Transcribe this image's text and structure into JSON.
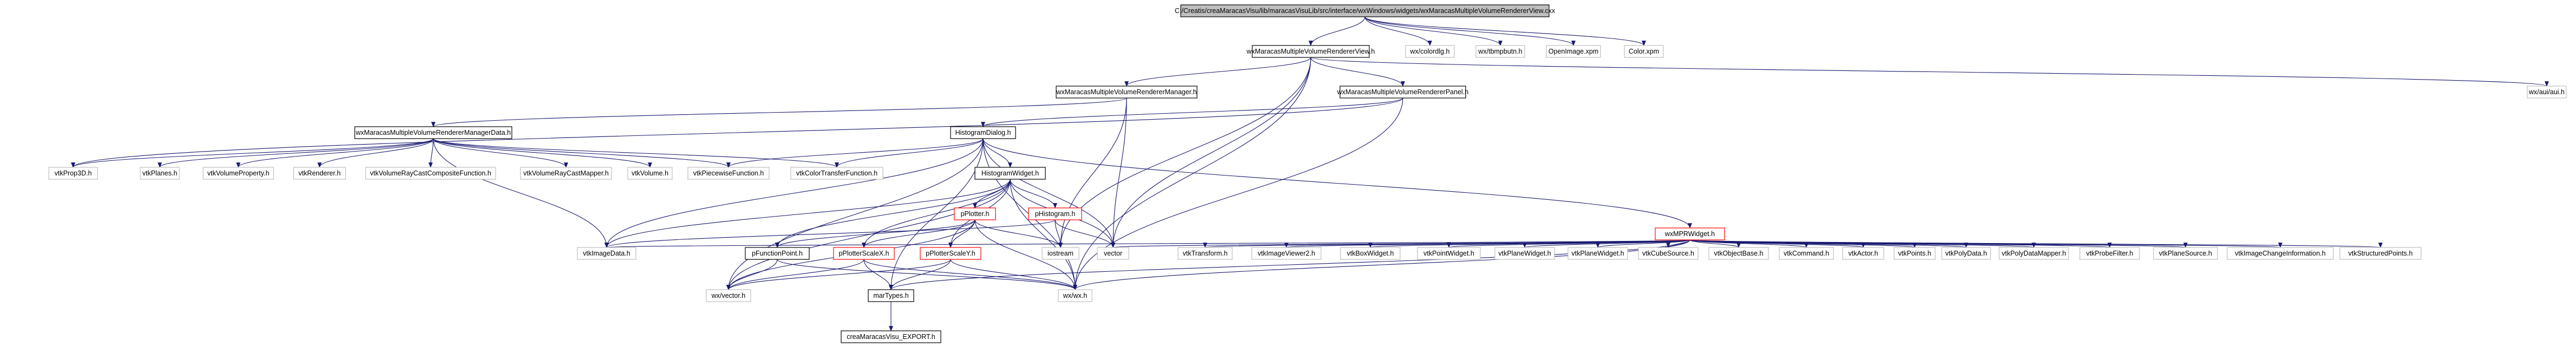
{
  "colors": {
    "background": "#ffffff",
    "root_fill": "#bfbfbf",
    "node_border": "#000000",
    "external_border": "#bfbfbf",
    "red_border": "#ff0000",
    "edge": "#191970",
    "text": "#000000"
  },
  "graph": {
    "nodes": [
      {
        "id": "root",
        "label": "C:/Creatis/creaMaracasVisu/lib/maracasVisuLib/src/interface/wxWindows/widgets/wxMaracasMultipleVolumeRendererView.cxx",
        "style": "root"
      },
      {
        "id": "view_h",
        "label": "wxMaracasMultipleVolumeRendererView.h",
        "style": "normal"
      },
      {
        "id": "wxcolordlg",
        "label": "wx/colordlg.h",
        "style": "external"
      },
      {
        "id": "wxtbmp",
        "label": "wx/tbmpbutn.h",
        "style": "external"
      },
      {
        "id": "openimage",
        "label": "OpenImage.xpm",
        "style": "external"
      },
      {
        "id": "color_xpm",
        "label": "Color.xpm",
        "style": "external"
      },
      {
        "id": "manager_h",
        "label": "wxMaracasMultipleVolumeRendererManager.h",
        "style": "normal"
      },
      {
        "id": "panel_h",
        "label": "wxMaracasMultipleVolumeRendererPanel.h",
        "style": "normal"
      },
      {
        "id": "wxaui",
        "label": "wx/aui/aui.h",
        "style": "external"
      },
      {
        "id": "mgrdata_h",
        "label": "wxMaracasMultipleVolumeRendererManagerData.h",
        "style": "normal"
      },
      {
        "id": "histdlg",
        "label": "HistogramDialog.h",
        "style": "normal"
      },
      {
        "id": "vtkprop3d",
        "label": "vtkProp3D.h",
        "style": "external"
      },
      {
        "id": "vtkplanes",
        "label": "vtkPlanes.h",
        "style": "external"
      },
      {
        "id": "vtkvolprop",
        "label": "vtkVolumeProperty.h",
        "style": "external"
      },
      {
        "id": "vtkrenderer",
        "label": "vtkRenderer.h",
        "style": "external"
      },
      {
        "id": "vtkrccomp",
        "label": "vtkVolumeRayCastCompositeFunction.h",
        "style": "external"
      },
      {
        "id": "vtkrcmapper",
        "label": "vtkVolumeRayCastMapper.h",
        "style": "external"
      },
      {
        "id": "vtkvolume",
        "label": "vtkVolume.h",
        "style": "external"
      },
      {
        "id": "vtkpwf",
        "label": "vtkPiecewiseFunction.h",
        "style": "external"
      },
      {
        "id": "vtkctf",
        "label": "vtkColorTransferFunction.h",
        "style": "external"
      },
      {
        "id": "histwidget",
        "label": "HistogramWidget.h",
        "style": "normal"
      },
      {
        "id": "pplotter",
        "label": "pPlotter.h",
        "style": "red"
      },
      {
        "id": "phistogram",
        "label": "pHistogram.h",
        "style": "red"
      },
      {
        "id": "mprwidget",
        "label": "wxMPRWidget.h",
        "style": "red"
      },
      {
        "id": "vtkimagedata",
        "label": "vtkImageData.h",
        "style": "external"
      },
      {
        "id": "pfuncpoint",
        "label": "pFunctionPoint.h",
        "style": "normal"
      },
      {
        "id": "pscalex",
        "label": "pPlotterScaleX.h",
        "style": "red"
      },
      {
        "id": "pscaley",
        "label": "pPlotterScaleY.h",
        "style": "red"
      },
      {
        "id": "iostream",
        "label": "iostream",
        "style": "external"
      },
      {
        "id": "vector",
        "label": "vector",
        "style": "external"
      },
      {
        "id": "vtktransform",
        "label": "vtkTransform.h",
        "style": "external"
      },
      {
        "id": "vtkimageviewer2",
        "label": "vtkImageViewer2.h",
        "style": "external"
      },
      {
        "id": "vtkboxwidget",
        "label": "vtkBoxWidget.h",
        "style": "external"
      },
      {
        "id": "vtkpointwidget",
        "label": "vtkPointWidget.h",
        "style": "external"
      },
      {
        "id": "vtkplanewidget",
        "label": "vtkPlaneWidget.h",
        "style": "external"
      },
      {
        "id": "vtkplanewidget2",
        "label": "vtkPlaneWidget.h",
        "style": "external"
      },
      {
        "id": "vtkcubesource",
        "label": "vtkCubeSource.h",
        "style": "external"
      },
      {
        "id": "vtkobjectbase",
        "label": "vtkObjectBase.h",
        "style": "external"
      },
      {
        "id": "vtkcommand",
        "label": "vtkCommand.h",
        "style": "external"
      },
      {
        "id": "vtkactor",
        "label": "vtkActor.h",
        "style": "external"
      },
      {
        "id": "vtkpoints",
        "label": "vtkPoints.h",
        "style": "external"
      },
      {
        "id": "vtkpolydata",
        "label": "vtkPolyData.h",
        "style": "external"
      },
      {
        "id": "vtkpdmapper",
        "label": "vtkPolyDataMapper.h",
        "style": "external"
      },
      {
        "id": "vtkprobefilter",
        "label": "vtkProbeFilter.h",
        "style": "external"
      },
      {
        "id": "vtkplanesource",
        "label": "vtkPlaneSource.h",
        "style": "external"
      },
      {
        "id": "vtkimgchange",
        "label": "vtkImageChangeInformation.h",
        "style": "external"
      },
      {
        "id": "vtkstructpts",
        "label": "vtkStructuredPoints.h",
        "style": "external"
      },
      {
        "id": "wxvector",
        "label": "wx/vector.h",
        "style": "external"
      },
      {
        "id": "mathtypes",
        "label": "marTypes.h",
        "style": "normal"
      },
      {
        "id": "wxwx",
        "label": "wx/wx.h",
        "style": "external"
      },
      {
        "id": "export",
        "label": "creaMaracasVisu_EXPORT.h",
        "style": "normal"
      }
    ],
    "edges": [
      [
        "root",
        "view_h"
      ],
      [
        "root",
        "wxcolordlg"
      ],
      [
        "root",
        "wxtbmp"
      ],
      [
        "root",
        "openimage"
      ],
      [
        "root",
        "color_xpm"
      ],
      [
        "view_h",
        "manager_h"
      ],
      [
        "view_h",
        "panel_h"
      ],
      [
        "view_h",
        "wxaui"
      ],
      [
        "view_h",
        "vector"
      ],
      [
        "view_h",
        "wxwx"
      ],
      [
        "view_h",
        "iostream"
      ],
      [
        "manager_h",
        "mgrdata_h"
      ],
      [
        "manager_h",
        "iostream"
      ],
      [
        "manager_h",
        "vector"
      ],
      [
        "panel_h",
        "histdlg"
      ],
      [
        "panel_h",
        "wxwx"
      ],
      [
        "panel_h",
        "vtkprop3d"
      ],
      [
        "mgrdata_h",
        "vtkprop3d"
      ],
      [
        "mgrdata_h",
        "vtkplanes"
      ],
      [
        "mgrdata_h",
        "vtkvolprop"
      ],
      [
        "mgrdata_h",
        "vtkrenderer"
      ],
      [
        "mgrdata_h",
        "vtkrccomp"
      ],
      [
        "mgrdata_h",
        "vtkrcmapper"
      ],
      [
        "mgrdata_h",
        "vtkvolume"
      ],
      [
        "mgrdata_h",
        "vtkpwf"
      ],
      [
        "mgrdata_h",
        "vtkctf"
      ],
      [
        "mgrdata_h",
        "vtkimagedata"
      ],
      [
        "histdlg",
        "histwidget"
      ],
      [
        "histdlg",
        "vtkpwf"
      ],
      [
        "histdlg",
        "vtkctf"
      ],
      [
        "histdlg",
        "wxwx"
      ],
      [
        "histdlg",
        "vtkimagedata"
      ],
      [
        "histdlg",
        "vector"
      ],
      [
        "histdlg",
        "mprwidget"
      ],
      [
        "histdlg",
        "wxvector"
      ],
      [
        "histdlg",
        "mathtypes"
      ],
      [
        "histwidget",
        "pplotter"
      ],
      [
        "histwidget",
        "phistogram"
      ],
      [
        "histwidget",
        "vtkimagedata"
      ],
      [
        "histwidget",
        "pfuncpoint"
      ],
      [
        "histwidget",
        "pscalex"
      ],
      [
        "histwidget",
        "pscaley"
      ],
      [
        "histwidget",
        "wxwx"
      ],
      [
        "histwidget",
        "wxvector"
      ],
      [
        "histwidget",
        "vector"
      ],
      [
        "pplotter",
        "pscalex"
      ],
      [
        "pplotter",
        "pscaley"
      ],
      [
        "pplotter",
        "pfuncpoint"
      ],
      [
        "pplotter",
        "wxwx"
      ],
      [
        "pplotter",
        "iostream"
      ],
      [
        "pplotter",
        "wxvector"
      ],
      [
        "phistogram",
        "iostream"
      ],
      [
        "phistogram",
        "vector"
      ],
      [
        "phistogram",
        "vtkimagedata"
      ],
      [
        "pfuncpoint",
        "wxvector"
      ],
      [
        "pfuncpoint",
        "wxwx"
      ],
      [
        "pscalex",
        "mathtypes"
      ],
      [
        "pscalex",
        "wxwx"
      ],
      [
        "pscalex",
        "wxvector"
      ],
      [
        "pscaley",
        "mathtypes"
      ],
      [
        "pscaley",
        "wxwx"
      ],
      [
        "pscaley",
        "wxvector"
      ],
      [
        "mathtypes",
        "export"
      ],
      [
        "mprwidget",
        "vtkimagedata"
      ],
      [
        "mprwidget",
        "vector"
      ],
      [
        "mprwidget",
        "wxwx"
      ],
      [
        "mprwidget",
        "vtktransform"
      ],
      [
        "mprwidget",
        "vtkimageviewer2"
      ],
      [
        "mprwidget",
        "vtkboxwidget"
      ],
      [
        "mprwidget",
        "vtkpointwidget"
      ],
      [
        "mprwidget",
        "vtkplanewidget"
      ],
      [
        "mprwidget",
        "vtkplanewidget2"
      ],
      [
        "mprwidget",
        "vtkcubesource"
      ],
      [
        "mprwidget",
        "vtkobjectbase"
      ],
      [
        "mprwidget",
        "vtkcommand"
      ],
      [
        "mprwidget",
        "vtkactor"
      ],
      [
        "mprwidget",
        "vtkpoints"
      ],
      [
        "mprwidget",
        "vtkpolydata"
      ],
      [
        "mprwidget",
        "vtkpdmapper"
      ],
      [
        "mprwidget",
        "vtkprobefilter"
      ],
      [
        "mprwidget",
        "vtkplanesource"
      ],
      [
        "mprwidget",
        "vtkimgchange"
      ],
      [
        "mprwidget",
        "vtkstructpts"
      ],
      [
        "mprwidget",
        "mathtypes"
      ]
    ]
  }
}
